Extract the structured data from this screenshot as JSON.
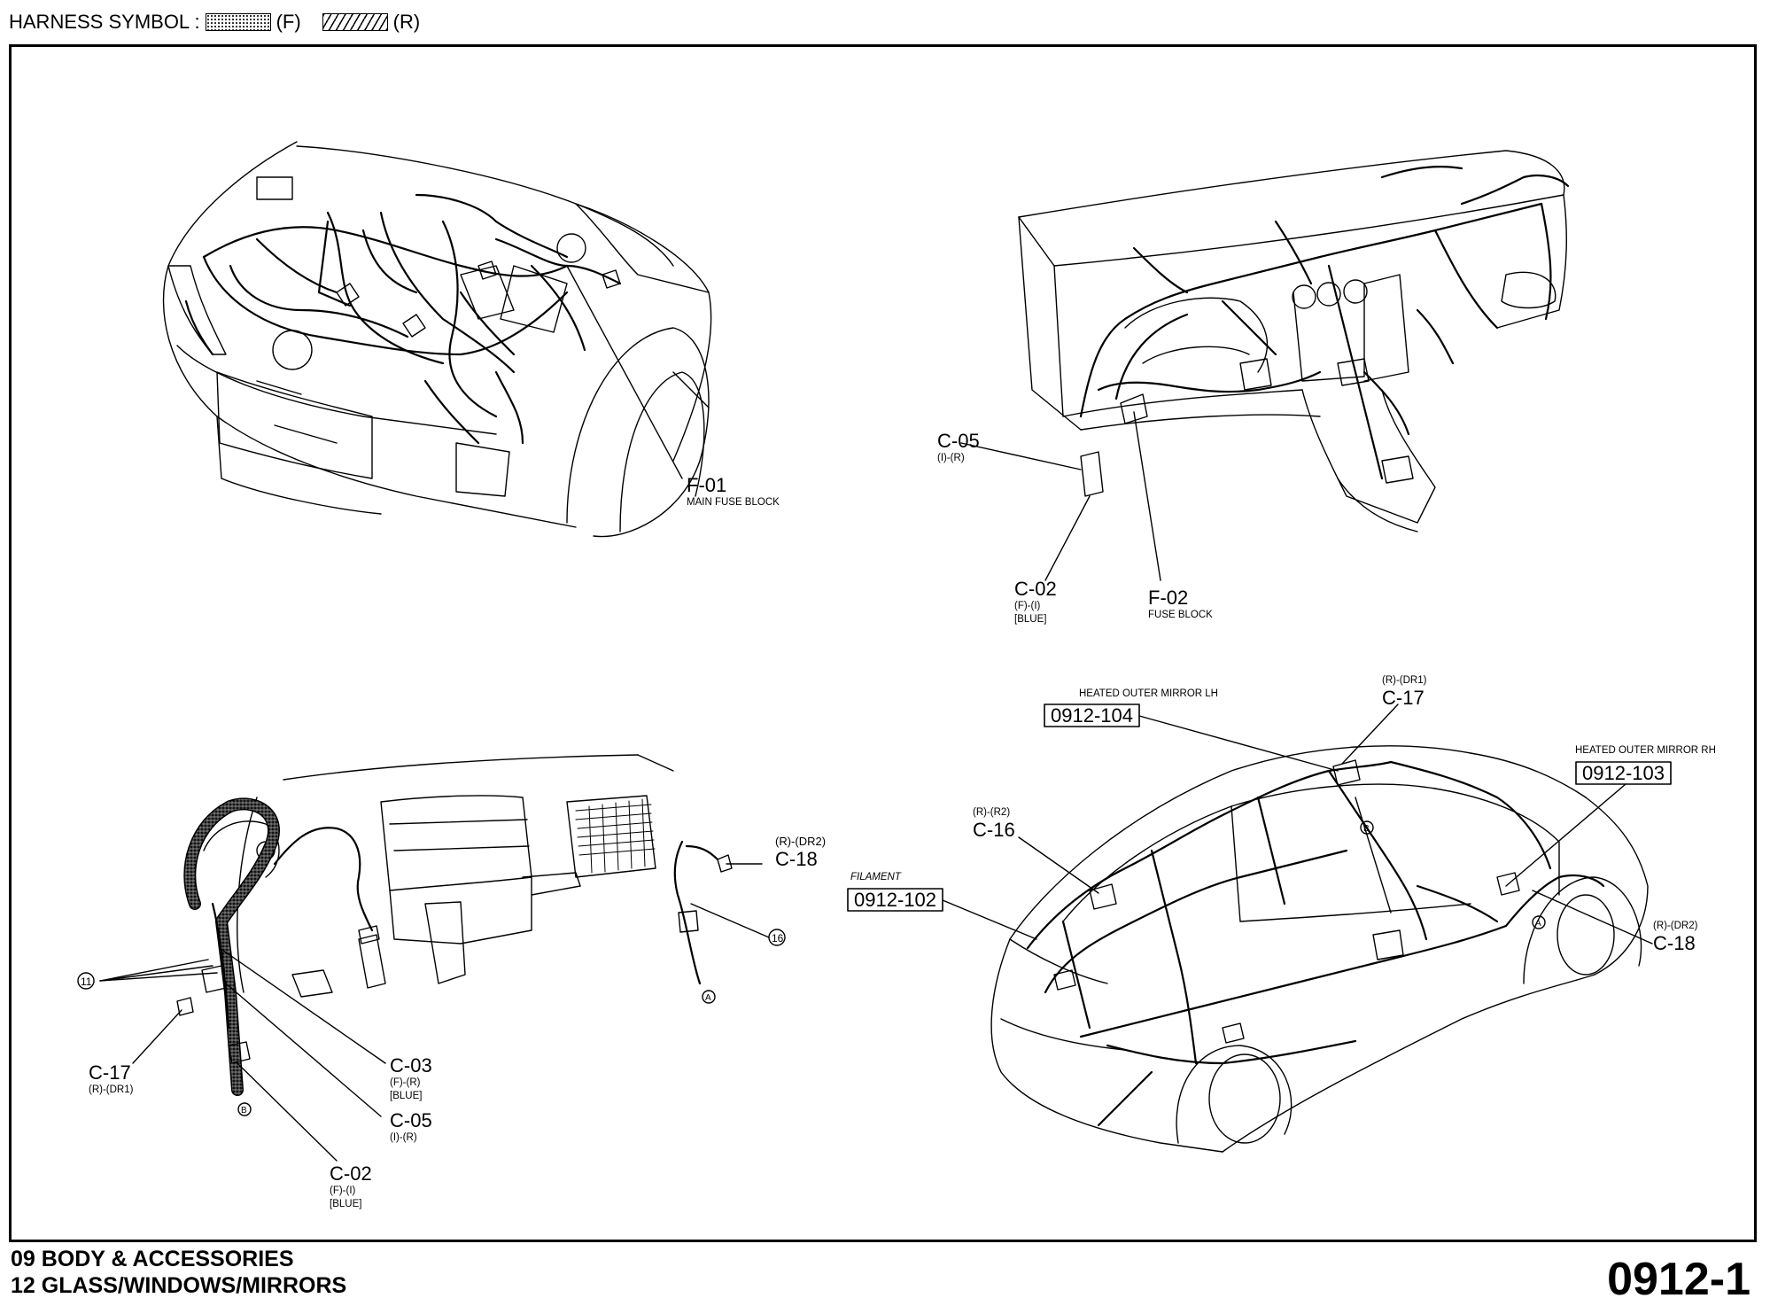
{
  "legend": {
    "prefix": "HARNESS SYMBOL :",
    "front_code": "(F)",
    "rear_code": "(R)"
  },
  "footer": {
    "line1": "09  BODY & ACCESSORIES",
    "line2": "12  GLASS/WINDOWS/MIRRORS",
    "page_code": "0912-1"
  },
  "views": {
    "engine": {
      "f01": {
        "id": "F-01",
        "desc": "MAIN FUSE BLOCK"
      }
    },
    "dashboard": {
      "c05": {
        "id": "C-05",
        "code": "(I)-(R)"
      },
      "c02": {
        "id": "C-02",
        "code": "(F)-(I)",
        "color": "[BLUE]"
      },
      "f02": {
        "id": "F-02",
        "desc": "FUSE BLOCK"
      }
    },
    "interior": {
      "c18": {
        "id": "C-18",
        "code": "(R)-(DR2)"
      },
      "ground_16": "16",
      "ground_11": "11",
      "mark_a": "A",
      "mark_b": "B",
      "c17": {
        "id": "C-17",
        "code": "(R)-(DR1)"
      },
      "c03": {
        "id": "C-03",
        "code": "(F)-(R)",
        "color": "[BLUE]"
      },
      "c05": {
        "id": "C-05",
        "code": "(I)-(R)"
      },
      "c02": {
        "id": "C-02",
        "code": "(F)-(I)",
        "color": "[BLUE]"
      }
    },
    "body": {
      "mirror_lh": {
        "title": "HEATED OUTER MIRROR LH",
        "ref": "0912-104"
      },
      "mirror_rh": {
        "title": "HEATED OUTER MIRROR RH",
        "ref": "0912-103"
      },
      "filament": {
        "title": "FILAMENT",
        "ref": "0912-102"
      },
      "c17": {
        "id": "C-17",
        "code": "(R)-(DR1)"
      },
      "c16": {
        "id": "C-16",
        "code": "(R)-(R2)"
      },
      "c18": {
        "id": "C-18",
        "code": "(R)-(DR2)"
      },
      "mark_a": "A",
      "mark_b": "B"
    }
  }
}
